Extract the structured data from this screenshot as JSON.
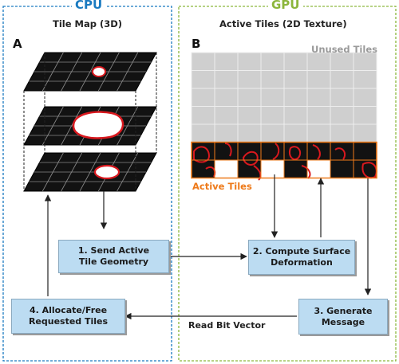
{
  "cpu": {
    "title": "CPU",
    "subtitle": "Tile Map (3D)",
    "panel_letter": "A",
    "border_color": "#1a7ac0"
  },
  "gpu": {
    "title": "GPU",
    "subtitle": "Active Tiles (2D Texture)",
    "panel_letter": "B",
    "border_color": "#8cb63c",
    "unused_label": "Unused Tiles",
    "active_label": "Active Tiles",
    "active_color": "#ee7a1a"
  },
  "steps": [
    {
      "line1": "1. Send Active",
      "line2": "Tile Geometry"
    },
    {
      "line1": "2. Compute Surface",
      "line2": "Deformation"
    },
    {
      "line1": "3. Generate",
      "line2": "Message"
    },
    {
      "line1": "4. Allocate/Free",
      "line2": "Requested Tiles"
    }
  ],
  "edge_labels": {
    "read_bit_vector": "Read Bit Vector"
  },
  "colors": {
    "box_fill": "#bcdcf2",
    "tile_dark": "#121212",
    "tile_unused": "#cfcfcf",
    "contour": "#d9181e"
  },
  "icons": [
    "arrow-icon"
  ]
}
